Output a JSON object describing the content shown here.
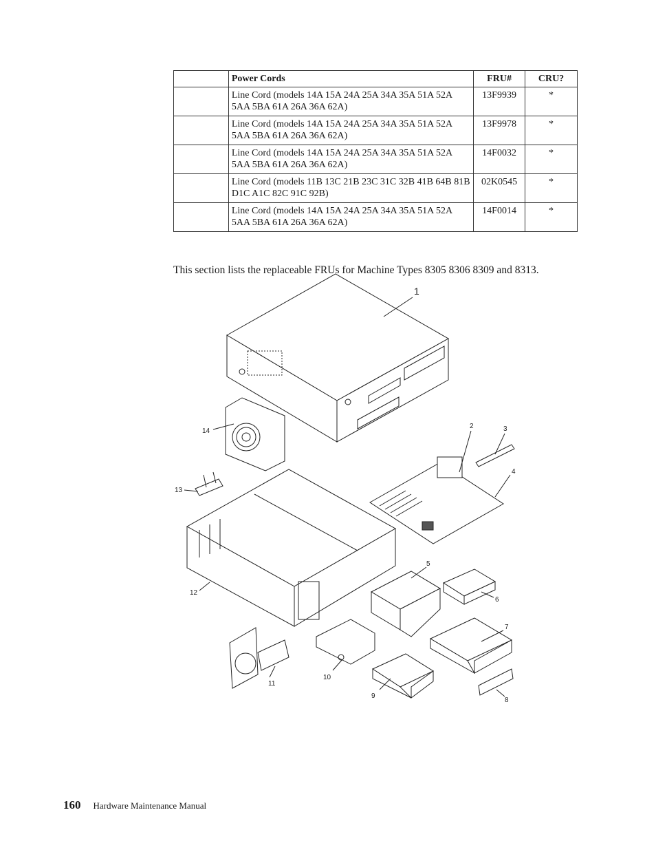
{
  "table": {
    "headers": [
      "",
      "Power Cords",
      "FRU#",
      "CRU?"
    ],
    "rows": [
      {
        "index": "",
        "description": "Line Cord (models 14A 15A 24A 25A 34A 35A 51A 52A 5AA 5BA 61A 26A 36A 62A)",
        "fru": "13F9939",
        "cru": "*"
      },
      {
        "index": "",
        "description": "Line Cord (models 14A 15A 24A 25A 34A 35A 51A 52A 5AA 5BA 61A 26A 36A 62A)",
        "fru": "13F9978",
        "cru": "*"
      },
      {
        "index": "",
        "description": "Line Cord (models 14A 15A 24A 25A 34A 35A 51A 52A 5AA 5BA 61A 26A 36A 62A)",
        "fru": "14F0032",
        "cru": "*"
      },
      {
        "index": "",
        "description": "Line Cord (models 11B 13C 21B 23C 31C 32B 41B 64B 81B D1C A1C 82C 91C 92B)",
        "fru": "02K0545",
        "cru": "*"
      },
      {
        "index": "",
        "description": "Line Cord (models 14A 15A 24A 25A 34A 35A 51A 52A 5AA 5BA 61A 26A 36A 62A)",
        "fru": "14F0014",
        "cru": "*"
      }
    ]
  },
  "intro_text": "This section lists the replaceable FRUs for Machine Types 8305 8306 8309 and 8313.",
  "diagram": {
    "callouts": [
      "1",
      "2",
      "3",
      "4",
      "5",
      "6",
      "7",
      "8",
      "9",
      "10",
      "11",
      "12",
      "13",
      "14"
    ]
  },
  "footer": {
    "page_number": "160",
    "title": "Hardware Maintenance Manual"
  }
}
